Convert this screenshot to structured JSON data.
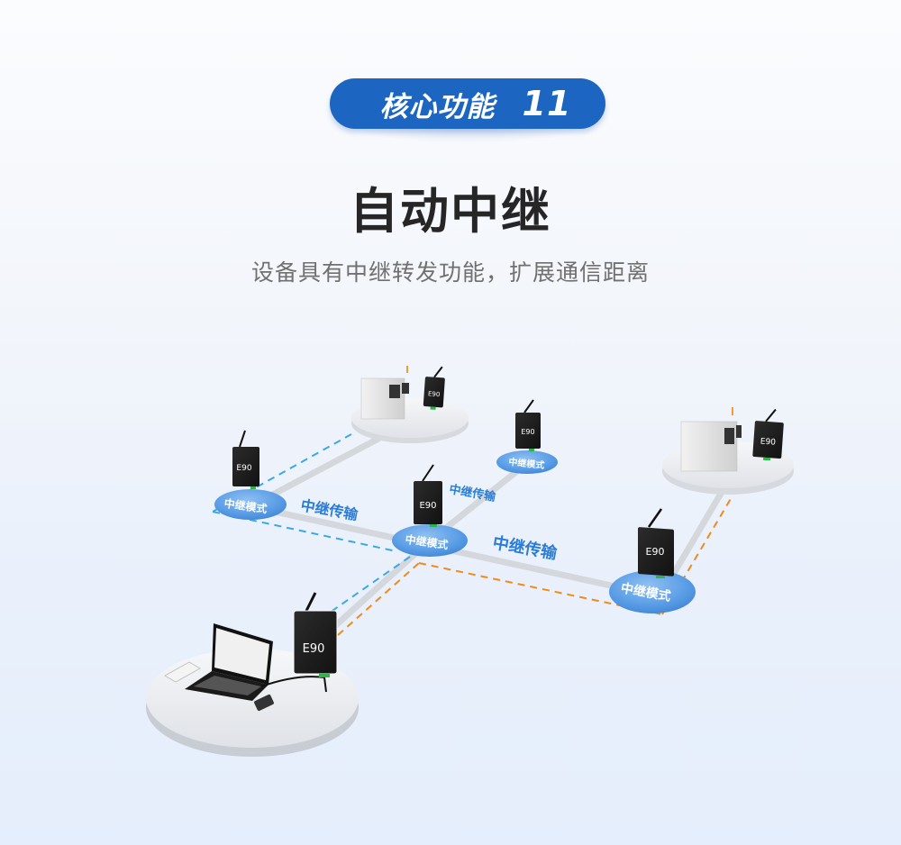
{
  "badge": {
    "label": "核心功能",
    "number": "11",
    "color": "#1c66c1"
  },
  "title": "自动中继",
  "subtitle": "设备具有中继转发功能，扩展通信距离",
  "diagram": {
    "device_model": "E90",
    "relay_mode_label": "中继模式",
    "relay_transmission_label": "中继传输",
    "colors": {
      "relay_node": "#4d93de",
      "blue_path": "#3ba8e6",
      "orange_path": "#f08a1c",
      "link": "#d6d9de",
      "platform": "#eceef1",
      "device": "#1e1e1e",
      "device_connector": "#2fb34a"
    },
    "nodes": [
      {
        "id": "machine-top",
        "type": "machine-station",
        "device": "E90"
      },
      {
        "id": "relay-left",
        "type": "relay",
        "device": "E90",
        "label": "中继模式"
      },
      {
        "id": "relay-top-right",
        "type": "relay",
        "device": "E90",
        "label": "中继模式"
      },
      {
        "id": "relay-center",
        "type": "relay",
        "device": "E90",
        "label": "中继模式"
      },
      {
        "id": "machine-right",
        "type": "machine-station",
        "device": "E90"
      },
      {
        "id": "relay-right",
        "type": "relay",
        "device": "E90",
        "label": "中继模式"
      },
      {
        "id": "computer-station",
        "type": "laptop-station",
        "device": "E90"
      }
    ],
    "link_labels": [
      {
        "id": "link-left-center",
        "text": "中继传输"
      },
      {
        "id": "link-center-topright",
        "text": "中继传输"
      },
      {
        "id": "link-center-right",
        "text": "中继传输"
      }
    ]
  }
}
